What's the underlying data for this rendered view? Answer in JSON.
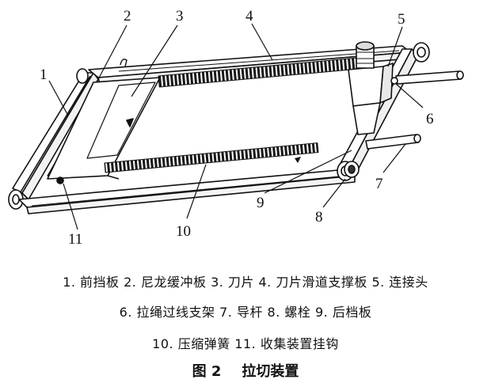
{
  "figure": {
    "callouts": [
      {
        "id": "1",
        "text": "1"
      },
      {
        "id": "2",
        "text": "2"
      },
      {
        "id": "3",
        "text": "3"
      },
      {
        "id": "4",
        "text": "4"
      },
      {
        "id": "5",
        "text": "5"
      },
      {
        "id": "6",
        "text": "6"
      },
      {
        "id": "7",
        "text": "7"
      },
      {
        "id": "8",
        "text": "8"
      },
      {
        "id": "9",
        "text": "9"
      },
      {
        "id": "10",
        "text": "10"
      },
      {
        "id": "11",
        "text": "11"
      }
    ]
  },
  "legend": {
    "line1": "1. 前挡板 2. 尼龙缓冲板 3. 刀片 4. 刀片滑道支撑板 5. 连接头",
    "line2": "6. 拉绳过线支架 7. 导杆 8. 螺栓 9. 后档板",
    "line3": "10. 压缩弹簧 11. 收集装置挂钩"
  },
  "title": {
    "number": "图 2",
    "text": "拉切装置"
  }
}
